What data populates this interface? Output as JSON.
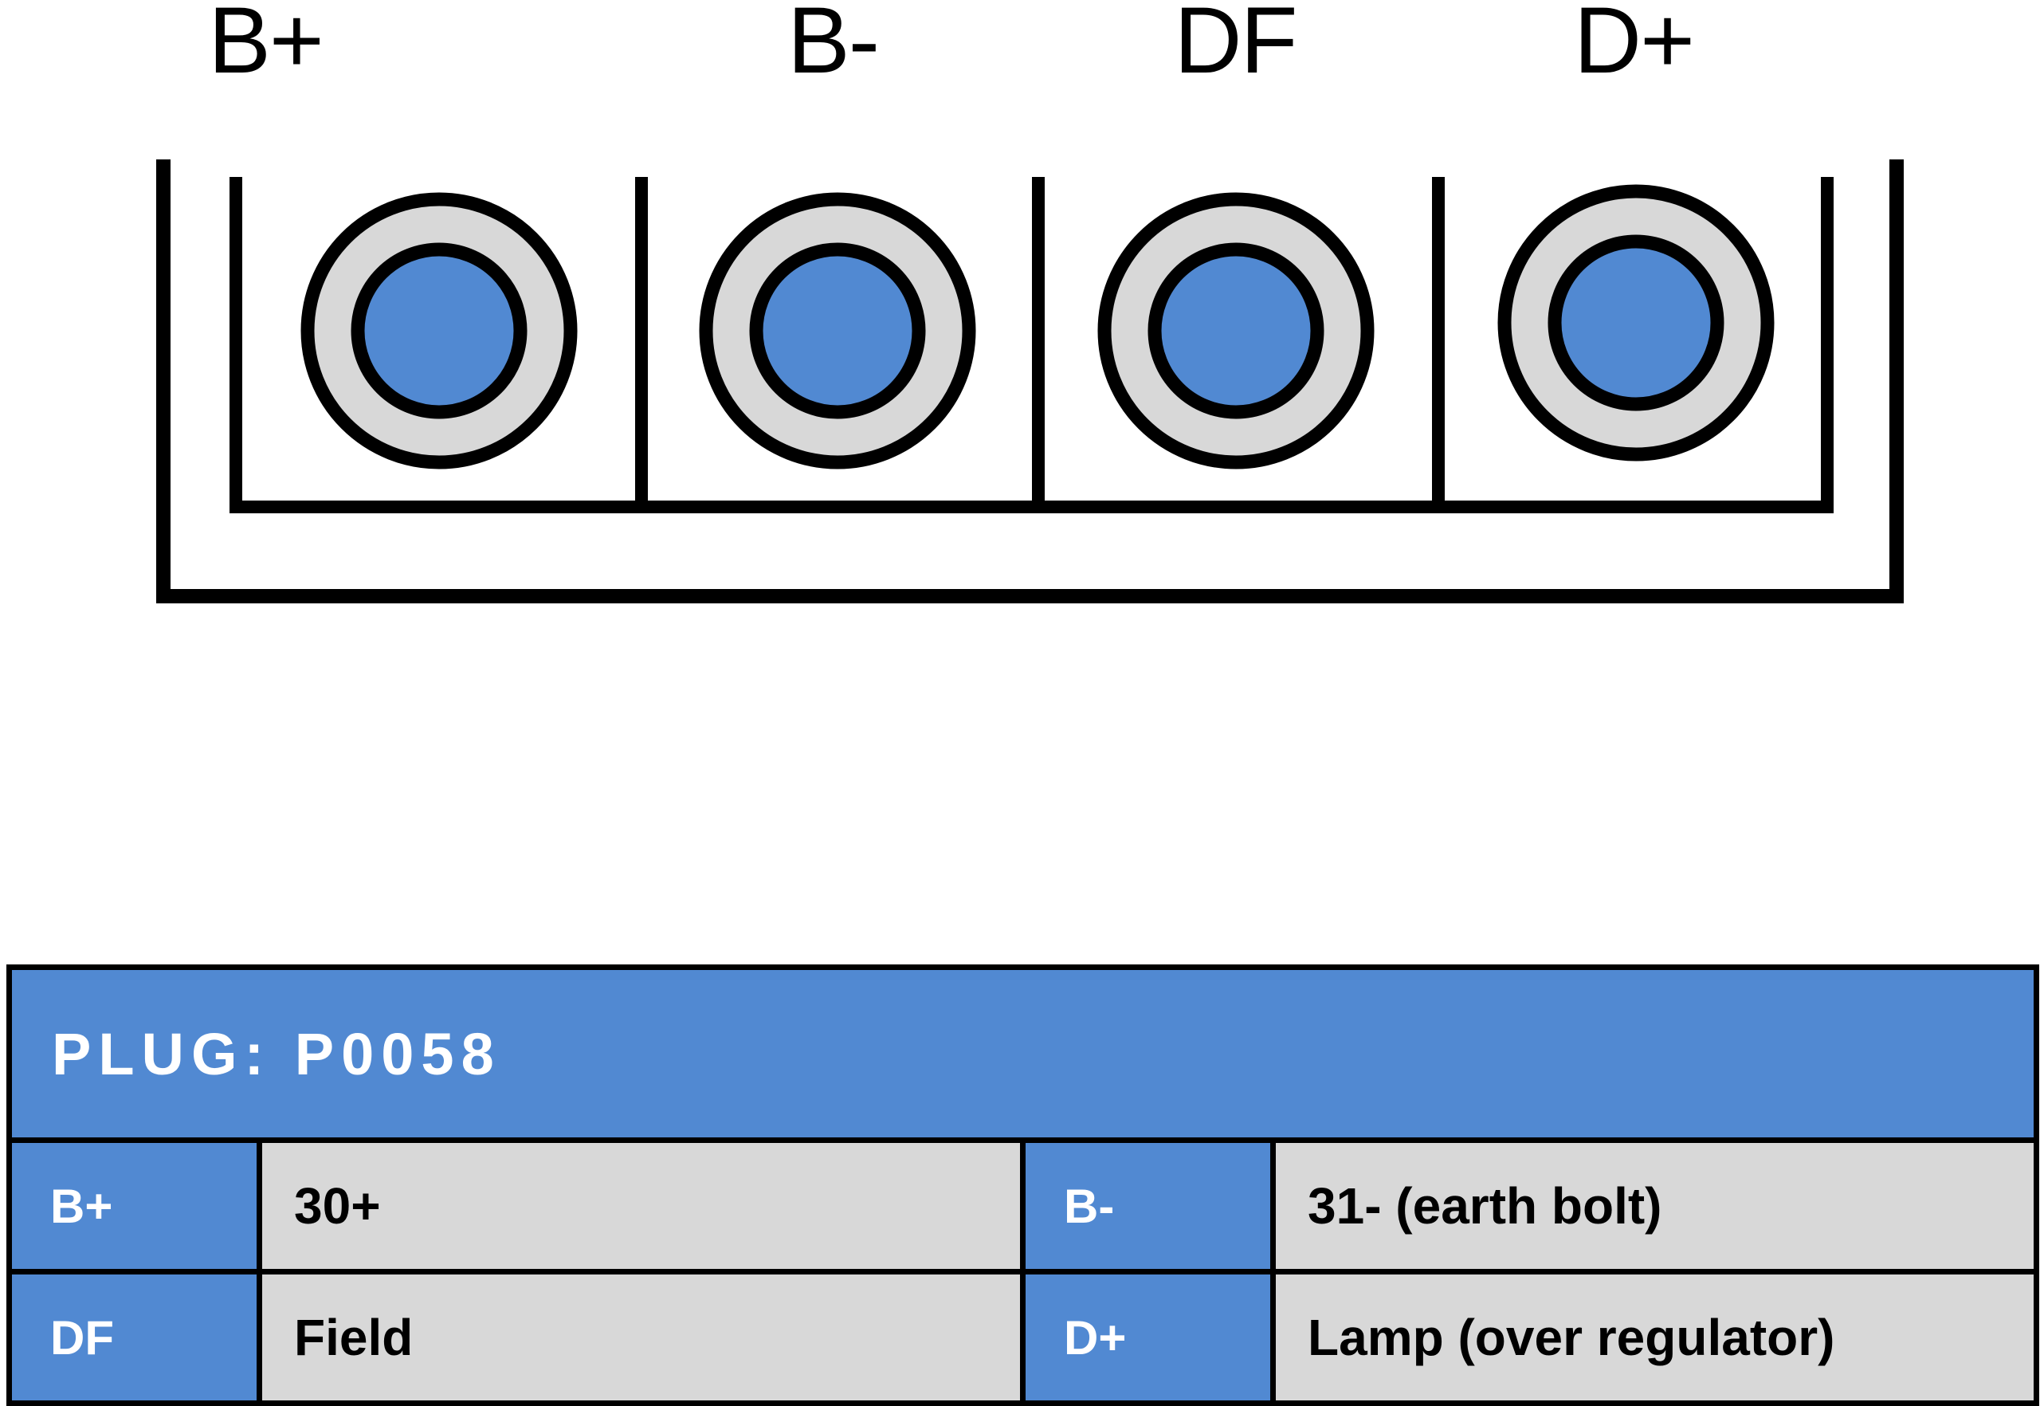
{
  "diagram": {
    "name": "alternator-plug-connector",
    "pin_labels": [
      "B+",
      "B-",
      "DF",
      "D+"
    ],
    "terminal_count": 4,
    "colors": {
      "accent_blue": "#5189D2",
      "terminal_ring_grey": "#D8D8D8",
      "outline_black": "#000000",
      "cell_grey": "#D8D8D8",
      "background": "#FFFFFF"
    }
  },
  "table": {
    "header": "PLUG: P0058",
    "rows": [
      {
        "pin_left": "B+",
        "desc_left": "30+",
        "pin_right": "B-",
        "desc_right": "31- (earth bolt)"
      },
      {
        "pin_left": "DF",
        "desc_left": "Field",
        "pin_right": "D+",
        "desc_right": "Lamp (over regulator)"
      }
    ]
  }
}
